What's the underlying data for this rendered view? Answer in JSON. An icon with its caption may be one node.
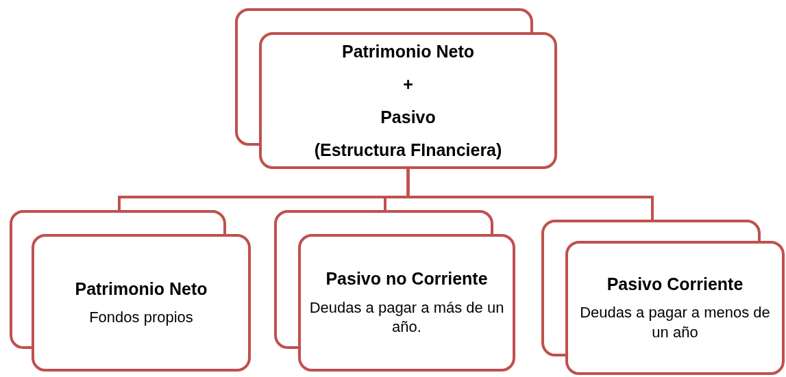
{
  "diagram": {
    "nodes": [
      {
        "text": [
          "Patrimonio Neto",
          "+",
          "Pasivo",
          "(Estructura FInanciera)"
        ]
      },
      {
        "text": [
          "Patrimonio Neto",
          "Fondos propios"
        ]
      },
      {
        "text": [
          "Pasivo no Corriente",
          "Deudas a pagar a más de un año."
        ]
      },
      {
        "text": [
          "Pasivo Corriente",
          "Deudas a pagar a menos de un año"
        ]
      }
    ],
    "edges": [
      {
        "from": 0,
        "to": 1,
        "arrow": "none"
      },
      {
        "from": 0,
        "to": 2,
        "arrow": "none"
      },
      {
        "from": 0,
        "to": 3,
        "arrow": "none"
      }
    ]
  }
}
